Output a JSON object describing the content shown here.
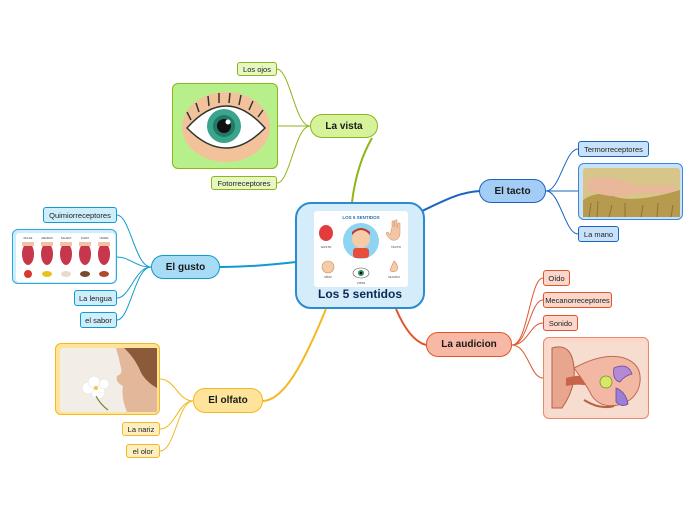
{
  "center": {
    "title": "Los 5 sentidos",
    "image_title": "LOS 5 SENTIDOS",
    "image_labels": [
      "GUSTO",
      "TACTO",
      "OÍDO",
      "OLFATO",
      "VISTA"
    ]
  },
  "branches": {
    "vista": {
      "label": "La vista",
      "color": "#8fb518",
      "leaves": [
        "Los ojos",
        "Fotorreceptores"
      ]
    },
    "tacto": {
      "label": "El tacto",
      "color": "#1a64c0",
      "leaves": [
        "Termorreceptores",
        "La mano"
      ]
    },
    "gusto": {
      "label": "El gusto",
      "color": "#0f9ad0",
      "leaves": [
        "Quimiorreceptores",
        "La lengua",
        "el sabor"
      ],
      "image_labels": [
        "DULCE",
        "AMARGO",
        "SALADO",
        "ÁCIDO",
        "UMAMI"
      ]
    },
    "audicion": {
      "label": "La audicion",
      "color": "#e0552a",
      "leaves": [
        "Oído",
        "Mecanorreceptores",
        "Sonido"
      ]
    },
    "olfato": {
      "label": "El olfato",
      "color": "#f4b820",
      "leaves": [
        "La nariz",
        "el olor"
      ]
    }
  }
}
